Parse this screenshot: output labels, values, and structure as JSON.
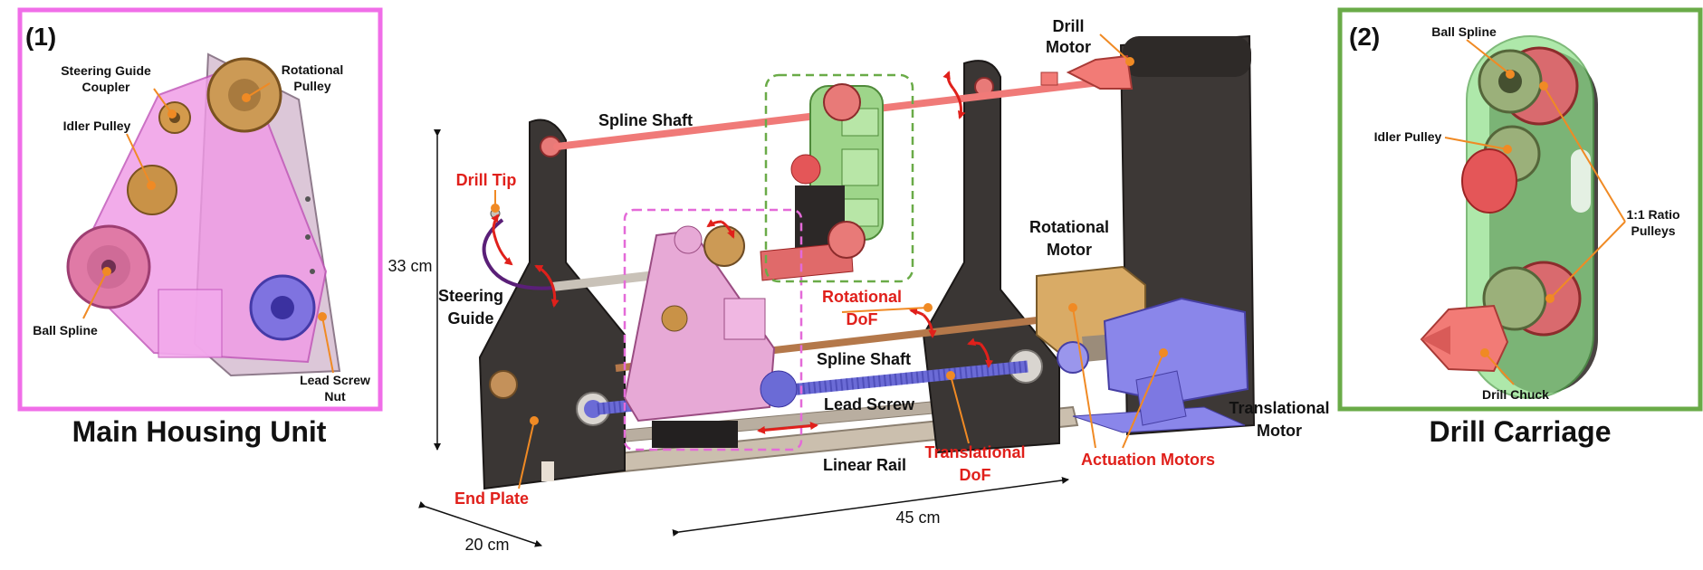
{
  "colors": {
    "accent_pink": "#f06ee8",
    "accent_green": "#6aab48",
    "label_red": "#e0201b",
    "leader_orange": "#f08a24",
    "rod_red": "#f07a78",
    "plate_dark": "#3a3634",
    "lead_screw_blue": "#6b6bd6",
    "motor_purple": "#8a86ea"
  },
  "panel1": {
    "number": "(1)",
    "caption": "Main Housing Unit",
    "labels": {
      "steering_coupler_l1": "Steering Guide",
      "steering_coupler_l2": "Coupler",
      "rotational_pulley_l1": "Rotational",
      "rotational_pulley_l2": "Pulley",
      "idler_pulley": "Idler Pulley",
      "ball_spline": "Ball Spline",
      "lead_nut_l1": "Lead Screw",
      "lead_nut_l2": "Nut"
    }
  },
  "panel2": {
    "number": "(2)",
    "caption": "Drill Carriage",
    "labels": {
      "ball_spline": "Ball Spline",
      "idler_pulley": "Idler Pulley",
      "ratio_l1": "1:1 Ratio",
      "ratio_l2": "Pulleys",
      "drill_chuck": "Drill Chuck"
    }
  },
  "main": {
    "labels": {
      "drill_motor_l1": "Drill",
      "drill_motor_l2": "Motor",
      "spline_shaft_top": "Spline Shaft",
      "drill_tip": "Drill Tip",
      "steering_guide_l1": "Steering",
      "steering_guide_l2": "Guide",
      "rotational_motor_l1": "Rotational",
      "rotational_motor_l2": "Motor",
      "rotational_dof_l1": "Rotational",
      "rotational_dof_l2": "DoF",
      "spline_shaft_mid": "Spline Shaft",
      "lead_screw": "Lead Screw",
      "translational_dof_l1": "Translational",
      "translational_dof_l2": "DoF",
      "translational_motor_l1": "Translational",
      "translational_motor_l2": "Motor",
      "actuation_motors": "Actuation Motors",
      "linear_rail": "Linear Rail",
      "end_plate": "End Plate"
    },
    "dimensions": {
      "height": "33 cm",
      "length": "45 cm",
      "depth": "20 cm"
    }
  }
}
